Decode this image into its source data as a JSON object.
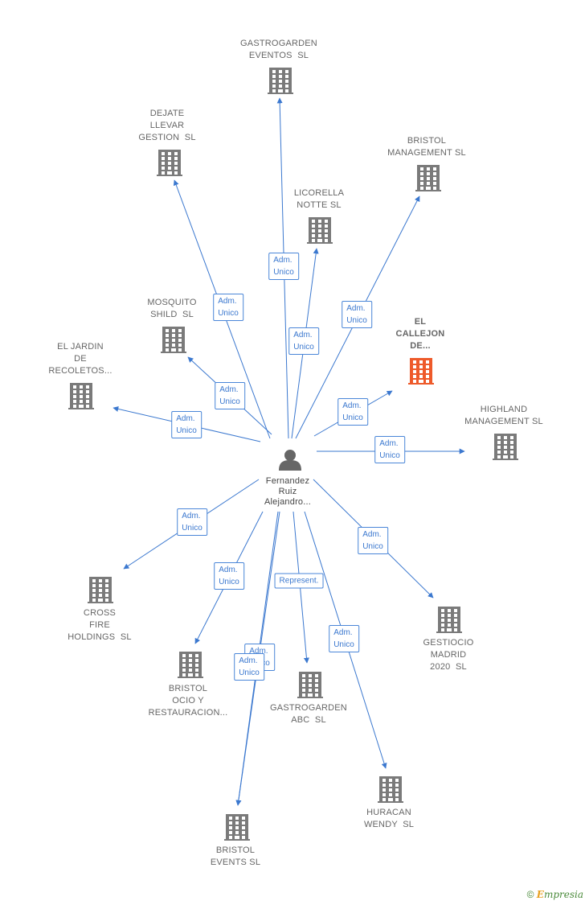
{
  "center": {
    "name": "Fernandez\nRuiz\nAlejandro...",
    "icon": "person-icon"
  },
  "nodes": [
    {
      "id": "gastrogarden-eventos",
      "name": "GASTROGARDEN\nEVENTOS  SL",
      "icon": "building-icon",
      "highlight": false
    },
    {
      "id": "dejate-llevar",
      "name": "DEJATE\nLLEVAR\nGESTION  SL",
      "icon": "building-icon",
      "highlight": false
    },
    {
      "id": "bristol-management",
      "name": "BRISTOL\nMANAGEMENT SL",
      "icon": "building-icon",
      "highlight": false
    },
    {
      "id": "licorella-notte",
      "name": "LICORELLA\nNOTTE SL",
      "icon": "building-icon",
      "highlight": false
    },
    {
      "id": "mosquito-shild",
      "name": "MOSQUITO\nSHILD  SL",
      "icon": "building-icon",
      "highlight": false
    },
    {
      "id": "el-callejon",
      "name": "EL\nCALLEJON\nDE...",
      "icon": "building-icon",
      "highlight": true
    },
    {
      "id": "el-jardin",
      "name": "EL JARDIN\nDE\nRECOLETOS...",
      "icon": "building-icon",
      "highlight": false
    },
    {
      "id": "highland-management",
      "name": "HIGHLAND\nMANAGEMENT SL",
      "icon": "building-icon",
      "highlight": false
    },
    {
      "id": "cross-fire",
      "name": "CROSS\nFIRE\nHOLDINGS  SL",
      "icon": "building-icon",
      "highlight": false
    },
    {
      "id": "gestiocio-madrid",
      "name": "GESTIOCIO\nMADRID\n2020  SL",
      "icon": "building-icon",
      "highlight": false
    },
    {
      "id": "bristol-ocio",
      "name": "BRISTOL\nOCIO Y\nRESTAURACION...",
      "icon": "building-icon",
      "highlight": false
    },
    {
      "id": "gastrogarden-abc",
      "name": "GASTROGARDEN\nABC  SL",
      "icon": "building-icon",
      "highlight": false
    },
    {
      "id": "huracan-wendy",
      "name": "HURACAN\nWENDY  SL",
      "icon": "building-icon",
      "highlight": false
    },
    {
      "id": "bristol-events",
      "name": "BRISTOL\nEVENTS SL",
      "icon": "building-icon",
      "highlight": false
    }
  ],
  "edges": [
    {
      "to": "gastrogarden-eventos",
      "label": "Adm.\nUnico"
    },
    {
      "to": "dejate-llevar",
      "label": "Adm.\nUnico"
    },
    {
      "to": "bristol-management",
      "label": "Adm.\nUnico"
    },
    {
      "to": "licorella-notte",
      "label": "Adm.\nUnico"
    },
    {
      "to": "mosquito-shild",
      "label": "Adm.\nUnico"
    },
    {
      "to": "el-callejon",
      "label": "Adm.\nUnico"
    },
    {
      "to": "el-jardin",
      "label": "Adm.\nUnico"
    },
    {
      "to": "highland-management",
      "label": "Adm.\nUnico"
    },
    {
      "to": "cross-fire",
      "label": "Adm.\nUnico"
    },
    {
      "to": "gestiocio-madrid",
      "label": "Adm.\nUnico"
    },
    {
      "to": "bristol-ocio",
      "label": "Adm.\nUnico"
    },
    {
      "to": "gastrogarden-abc",
      "label": "Represent."
    },
    {
      "to": "huracan-wendy",
      "label": "Adm.\nUnico"
    },
    {
      "to": "bristol-events",
      "label": "Adm.\nUnico"
    },
    {
      "to": "bristol-events",
      "label": "Adm.\nUnico"
    }
  ],
  "colors": {
    "edge": "#3b78cf",
    "building": "#7a7a7a",
    "highlight": "#ee5a2a",
    "person": "#666666"
  },
  "footer": {
    "copyright": "©",
    "brand_initial": "E",
    "brand_rest": "mpresia"
  }
}
